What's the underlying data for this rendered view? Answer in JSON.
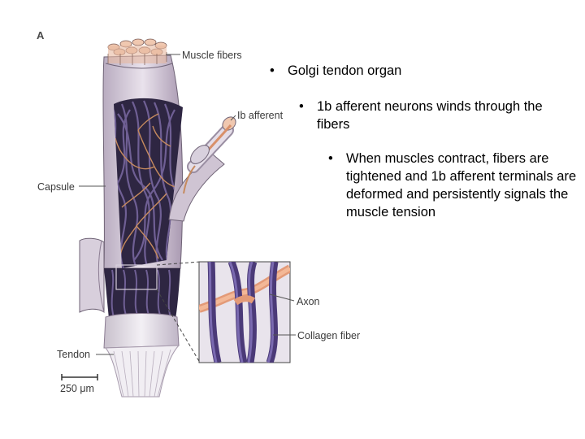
{
  "figure": {
    "panel_letter": "A",
    "labels": {
      "muscle_fibers": "Muscle fibers",
      "ib_afferent": "Ib afferent",
      "capsule": "Capsule",
      "tendon": "Tendon",
      "axon": "Axon",
      "collagen_fiber": "Collagen fiber",
      "scale_bar": "250 μm"
    },
    "colors": {
      "capsule": "#cfc4d3",
      "capsule_dark": "#8c7d93",
      "fibers": "#4a3a66",
      "axon": "#e8a07c",
      "tendon": "#e6e1ea"
    }
  },
  "bullets": [
    {
      "marker": "•",
      "text": "Golgi tendon organ"
    },
    {
      "marker": "•",
      "text": "1b afferent neurons winds through the fibers"
    },
    {
      "marker": "•",
      "text": "When muscles contract, fibers are tightened and 1b afferent terminals are deformed and persistently signals the muscle tension"
    }
  ]
}
